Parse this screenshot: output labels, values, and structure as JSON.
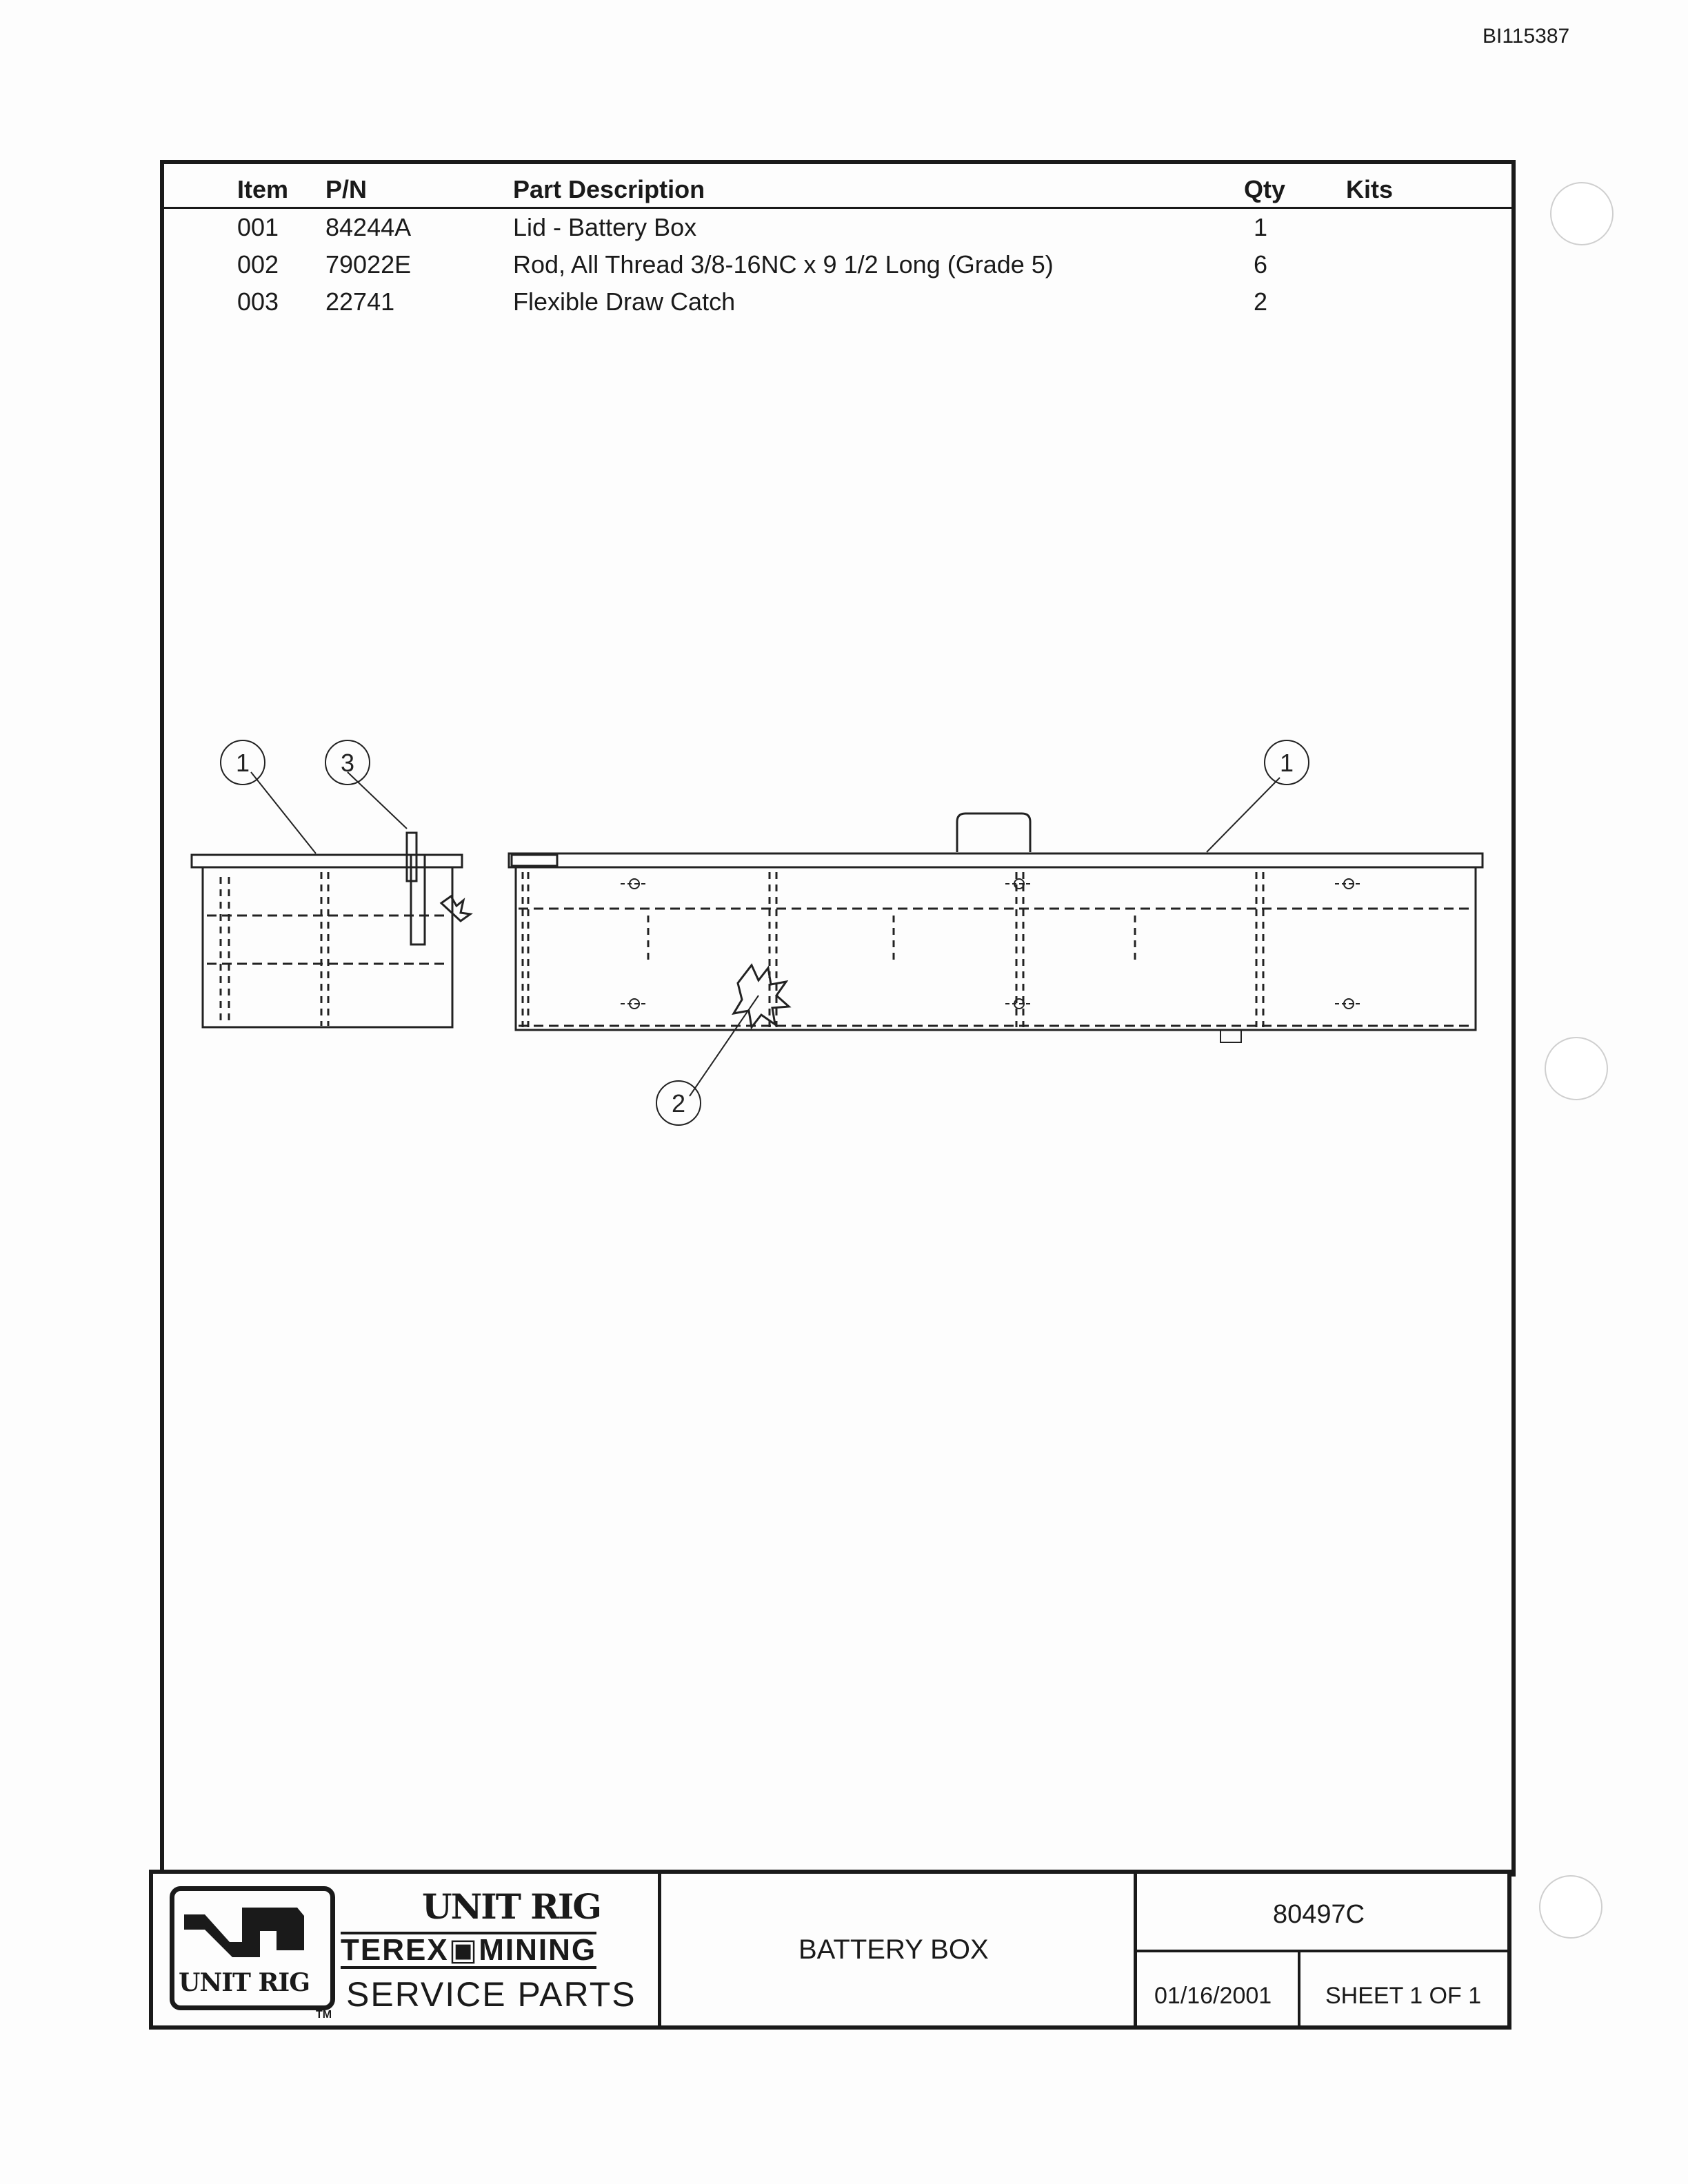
{
  "doc_id": "BI115387",
  "table": {
    "headers": {
      "item": "Item",
      "pn": "P/N",
      "desc": "Part Description",
      "qty": "Qty",
      "kits": "Kits"
    },
    "rows": [
      {
        "item": "001",
        "pn": "84244A",
        "desc": "Lid - Battery Box",
        "qty": "1",
        "kits": ""
      },
      {
        "item": "002",
        "pn": "79022E",
        "desc": "Rod, All Thread 3/8-16NC x 9 1/2 Long (Grade 5)",
        "qty": "6",
        "kits": ""
      },
      {
        "item": "003",
        "pn": "22741",
        "desc": "Flexible Draw Catch",
        "qty": "2",
        "kits": ""
      }
    ]
  },
  "callouts": {
    "c1a": "1",
    "c3": "3",
    "c1b": "1",
    "c2": "2"
  },
  "title_block": {
    "logo_text": "UNIT RIG",
    "tm": "TM",
    "brand_unitrig": "UNIT RIG",
    "brand_terex": "TEREX▣MINING",
    "brand_service": "SERVICE PARTS",
    "title": "BATTERY BOX",
    "drawing_number": "80497C",
    "date": "01/16/2001",
    "sheet": "SHEET 1 OF 1"
  }
}
